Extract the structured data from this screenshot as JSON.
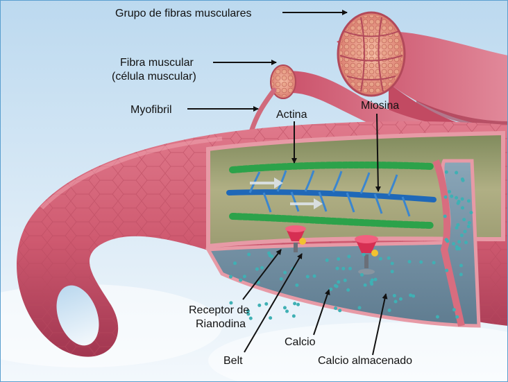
{
  "labels": {
    "muscle_fiber_bundle": "Grupo de fibras musculares",
    "muscle_fiber_line1": "Fibra muscular",
    "muscle_fiber_line2": "(célula muscular)",
    "myofibril": "Myofibril",
    "actin": "Actina",
    "myosin": "Miosina",
    "ryanodine_line1": "Receptor de",
    "ryanodine_line2": "Rianodina",
    "belt": "Belt",
    "calcium": "Calcio",
    "stored_calcium": "Calcio almacenado"
  },
  "colors": {
    "sky_top": "#bcd9ef",
    "sky_bottom": "#f2f7fb",
    "muscle": "#cf5a70",
    "muscle_dark": "#a8394f",
    "muscle_light": "#e88a98",
    "fiber_end": "#f0a58a",
    "interior": "#9da176",
    "actin": "#2ca24a",
    "myosin": "#1f68b8",
    "calcium": "#3fb0b4",
    "reticulum": "#7f97a8"
  }
}
